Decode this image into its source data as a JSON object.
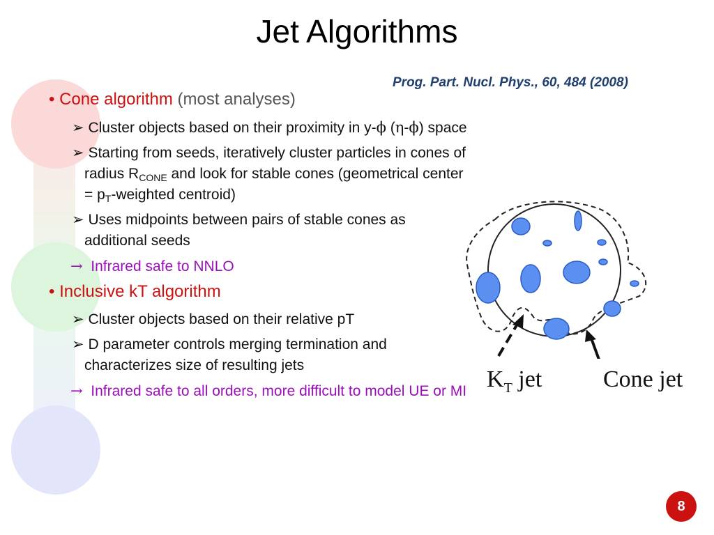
{
  "slide": {
    "title": "Jet Algorithms",
    "citation": "Prog. Part. Nucl. Phys., 60, 484 (2008)",
    "page_number": "8"
  },
  "bullets": {
    "cone": {
      "marker": "•",
      "title": "Cone algorithm",
      "note": "(most analyses)",
      "sub1": {
        "marker": "➢",
        "text_a": "Cluster objects based on their proximity in y-",
        "phi1": "ϕ",
        "open": "(",
        "eta": "η",
        "dash": "-",
        "phi2": "ϕ",
        "text_b": ") space"
      },
      "sub2": {
        "marker": "➢",
        "text_a": "Starting from seeds, iteratively cluster particles in cones of radius R",
        "sub_cone": "CONE",
        "text_b": " and look for stable cones (geometrical center = p",
        "sub_t": "T",
        "text_c": "-weighted centroid)"
      },
      "sub3": {
        "marker": "➢",
        "text": "Uses midpoints between pairs of stable cones as additional seeds"
      },
      "sub4": {
        "marker": "→",
        "text": "Infrared safe to NNLO"
      }
    },
    "kt": {
      "marker": "•",
      "title": "Inclusive kT algorithm",
      "sub1": {
        "marker": "➢",
        "text": "Cluster objects based on their relative pT"
      },
      "sub2": {
        "marker": "➢",
        "text": "D parameter controls merging termination and characterizes size of resulting jets"
      },
      "sub3": {
        "marker": "→",
        "text": "Infrared safe to all orders, more difficult to model UE or MI"
      }
    }
  },
  "figure": {
    "kt_label": "K",
    "kt_sub": "T",
    "kt_suffix": " jet",
    "cone_label": "Cone jet"
  },
  "colors": {
    "accent_red": "#cc1111",
    "purple": "#9a10b8",
    "particle_blue": "#5b8ff0",
    "citation_blue": "#1f3f6f"
  }
}
